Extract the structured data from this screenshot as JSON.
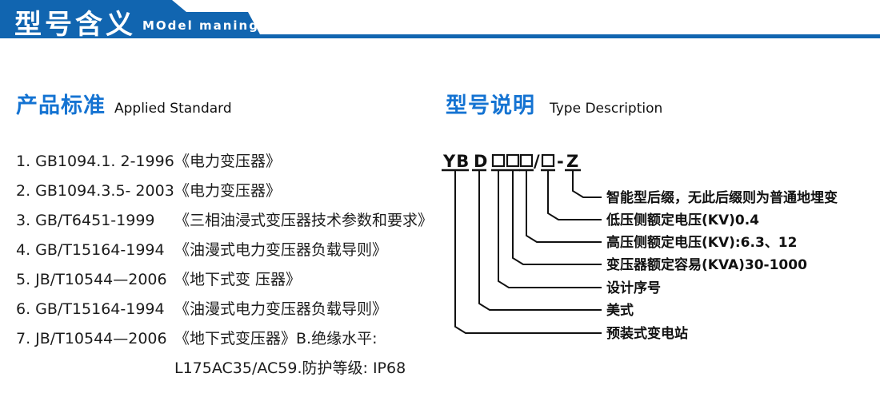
{
  "header": {
    "title_cn": "型号含义",
    "title_en": "MOdel maning"
  },
  "colors": {
    "banner_blue": "#1165b0",
    "heading_blue": "#1473d2"
  },
  "left_section": {
    "heading_cn": "产品标准",
    "heading_en": "Applied Standard",
    "items": [
      {
        "code": "1. GB1094.1. 2-1996",
        "title": "《电力变压器》"
      },
      {
        "code": "2. GB1094.3.5- 2003",
        "title": "《电力变压器》"
      },
      {
        "code": "3. GB/T6451-1999",
        "title": "《三相油浸式变压器技术参数和要求》"
      },
      {
        "code": "4. GB/T15164-1994",
        "title": "《油漫式电力变压器负载导则》"
      },
      {
        "code": "5. JB/T10544—2006",
        "title": "《地下式变 压器》"
      },
      {
        "code": "6. GB/T15164-1994",
        "title": "《油漫式电力变压器负载导则》"
      },
      {
        "code": "7. JB/T10544—2006",
        "title": "《地下式变压器》B.绝缘水平:"
      }
    ],
    "continuation": "L175AC35/AC59.防护等级: IP68"
  },
  "right_section": {
    "heading_cn": "型号说明",
    "heading_en": "Type Description",
    "model_code": {
      "prefix": "YB",
      "style_letter": "D",
      "slash": "/",
      "dash": "-",
      "suffix": "Z",
      "boxes_before_slash": 3,
      "boxes_after_slash": 1
    },
    "labels": [
      "智能型后缀，无此后缀则为普通地埋变",
      "低压侧额定电压(KV)0.4",
      "高压侧额定电压(KV):6.3、12",
      "变压器额定容易(KVA)30-1000",
      "设计序号",
      "美式",
      "预装式变电站"
    ]
  }
}
